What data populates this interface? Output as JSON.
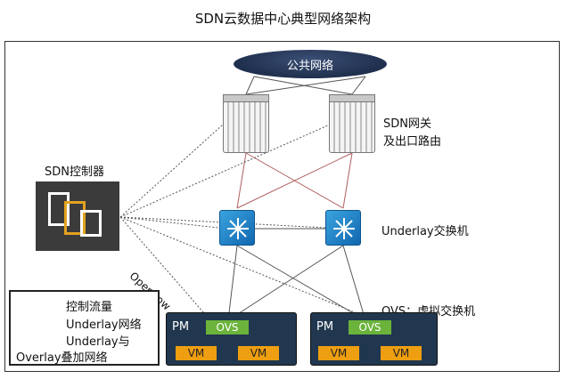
{
  "title": "SDN云数据中心典型网络架构",
  "cloud_label": "公共网络",
  "gateway_label_line1": "SDN网关",
  "gateway_label_line2": "及出口路由",
  "controller_label": "SDN控制器",
  "switch_label": "Underlay交换机",
  "ovs_label": "OVS：虚拟交换机",
  "openflow_label": "Openflow",
  "hosts": [
    {
      "pm": "PM",
      "ovs": "OVS",
      "vms": [
        "VM",
        "VM"
      ]
    },
    {
      "pm": "PM",
      "ovs": "OVS",
      "vms": [
        "VM",
        "VM"
      ]
    }
  ],
  "legend": {
    "control": "控制流量",
    "underlay": "Underlay网络",
    "overlay_line1": "Underlay与",
    "overlay_line2": "Overlay叠加网络"
  },
  "colors": {
    "cloud": "#23334f",
    "switch": "#1e7fc7",
    "host": "#21374f",
    "ovs": "#6bb33b",
    "vm": "#ee9e11",
    "underlay_line": "#b06060"
  }
}
